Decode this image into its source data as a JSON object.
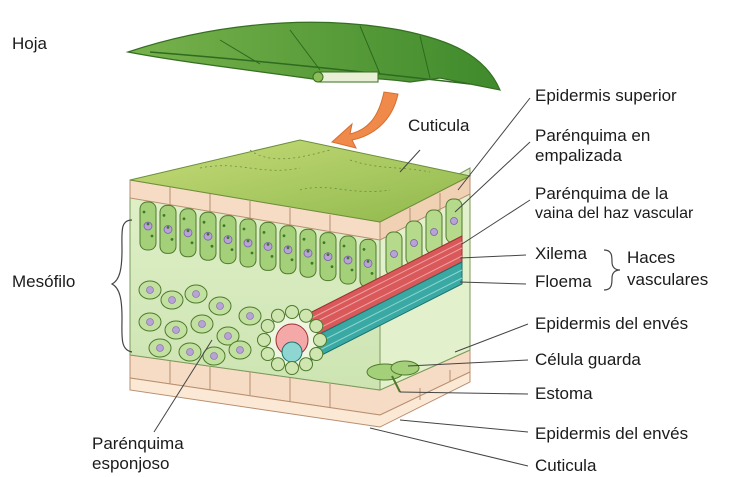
{
  "labels": {
    "hoja": "Hoja",
    "cuticula_top": "Cuticula",
    "mesofilo": "Mesófilo",
    "epidermis_superior": "Epidermis superior",
    "parenquima_empalizada_1": "Parénquima en",
    "parenquima_empalizada_2": "empalizada",
    "vaina_1": "Parénquima de la",
    "vaina_2": "vaina del haz vascular",
    "xilema": "Xilema",
    "floema": "Floema",
    "haces_1": "Haces",
    "haces_2": "vasculares",
    "epidermis_enves_1": "Epidermis del envés",
    "celula_guarda": "Célula guarda",
    "estoma": "Estoma",
    "epidermis_enves_2": "Epidermis del envés",
    "cuticula_bottom": "Cuticula",
    "esponjoso_1": "Parénquima",
    "esponjoso_2": "esponjoso"
  },
  "colors": {
    "leaf": "#5f9f3b",
    "cuticle": "#a9c95a",
    "epidermis": "#f6dcc4",
    "palisade": "#a5d07a",
    "nucleus": "#b9a3d6",
    "xylem": "#d9595b",
    "phloem": "#3aa9a4",
    "arrow": "#f08a4b",
    "line": "#444444"
  }
}
